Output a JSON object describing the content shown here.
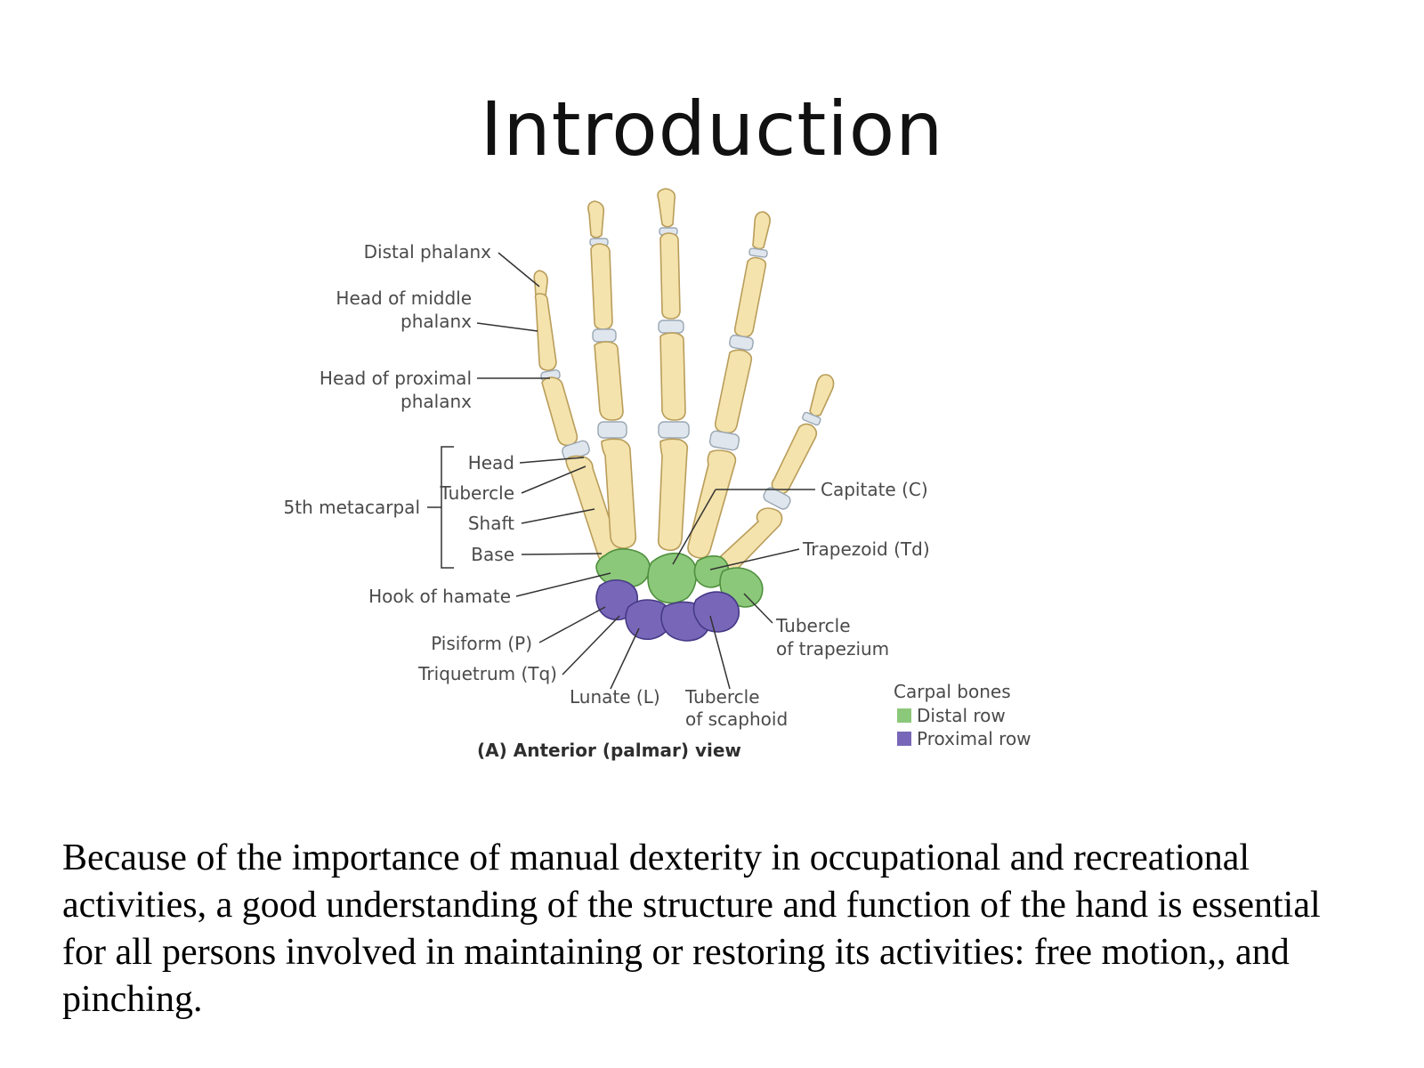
{
  "slide": {
    "title": "Introduction",
    "body": "Because of the importance of manual dexterity in occupational and recreational activities, a good understanding of the structure and function of the hand is essential for all persons involved in maintaining or restoring its activities: free motion,, and pinching."
  },
  "figure": {
    "labels": {
      "distal_phalanx": "Distal phalanx",
      "head_middle_1": "Head of middle",
      "head_middle_2": "phalanx",
      "head_proximal_1": "Head of proximal",
      "head_proximal_2": "phalanx",
      "fifth_metacarpal": "5th metacarpal",
      "head": "Head",
      "tubercle": "Tubercle",
      "shaft": "Shaft",
      "base": "Base",
      "hook_of_hamate": "Hook of hamate",
      "pisiform": "Pisiform (P)",
      "triquetrum": "Triquetrum (Tq)",
      "lunate": "Lunate (L)",
      "tubercle_scaphoid_1": "Tubercle",
      "tubercle_scaphoid_2": "of scaphoid",
      "capitate": "Capitate (C)",
      "trapezoid": "Trapezoid (Td)",
      "tubercle_trapezium_1": "Tubercle",
      "tubercle_trapezium_2": "of trapezium"
    },
    "caption": "(A) Anterior (palmar) view",
    "legend": {
      "title": "Carpal bones",
      "items": [
        {
          "label": "Distal row",
          "color": "#8cc87a"
        },
        {
          "label": "Proximal row",
          "color": "#7867b8"
        }
      ]
    }
  }
}
